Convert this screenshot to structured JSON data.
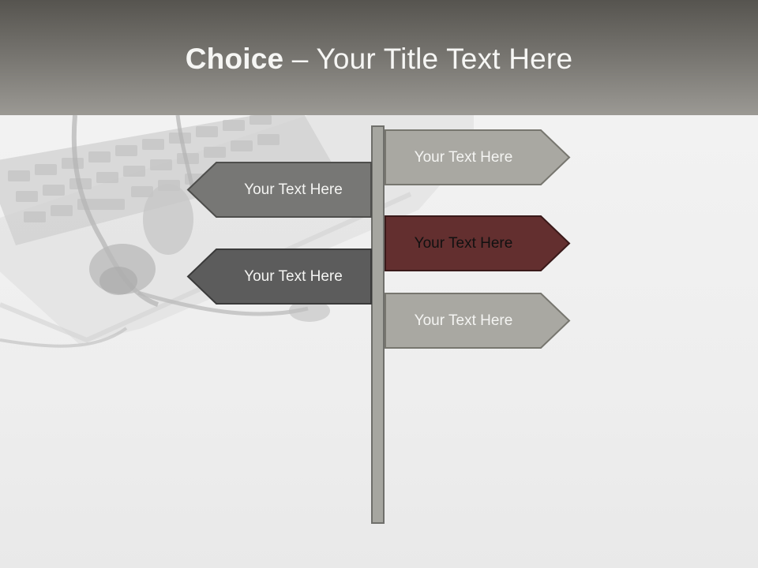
{
  "title": {
    "strong": "Choice",
    "rest": " – Your Title Text Here"
  },
  "signs": {
    "right_top": {
      "label": "Your Text Here"
    },
    "left_top": {
      "label": "Your Text Here"
    },
    "right_middle": {
      "label": "Your Text Here"
    },
    "left_bottom": {
      "label": "Your Text Here"
    },
    "right_bottom": {
      "label": "Your Text Here"
    }
  },
  "colors": {
    "title_band": "#7b7974",
    "sign_light": "#a9a8a2",
    "sign_dark": "#5f5f5f",
    "sign_darker": "#5a5a5a",
    "sign_accent": "#632f2f",
    "pole": "#a6a6a0"
  }
}
